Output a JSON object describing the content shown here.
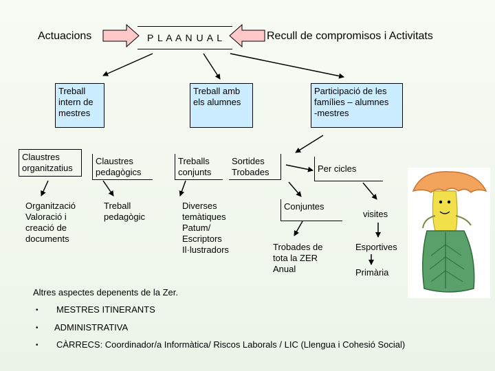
{
  "top": {
    "left_label": "Actuacions",
    "center_title": "P L A   A N U A L",
    "right_label": "Recull de compromisos i Activitats"
  },
  "branches": {
    "internal": {
      "label": "Treball\nintern de\nmestres"
    },
    "students": {
      "label": "Treball amb\nels alumnes"
    },
    "families": {
      "label": "Participació de les\nfamílies – alumnes\n-mestres"
    }
  },
  "level2": {
    "claustres_org": "Claustres\norganitzatius",
    "claustres_ped": "Claustres\npedagògics",
    "treballs_conjunts": "Treballs\nconjunts",
    "sortides": "Sortides\nTrobades",
    "per_cicles": "Per cicles"
  },
  "level3": {
    "organitzacio": "Organització\nValoració i\ncreació de\ndocuments",
    "treball_ped": "Treball\npedagògic",
    "diverses": "Diverses\ntemàtiques\nPatum/\nEscriptors\nIl·lustradors",
    "conjuntes": "Conjuntes",
    "visites": "visites",
    "trobades_zer": "Trobades de\ntota la ZER\nAnual",
    "esportives": "Esportives",
    "primaria": "Primària"
  },
  "footer": {
    "heading": "Altres aspectes depenents de la  Zer.",
    "bullet_symbol": "•",
    "items": [
      "MESTRES ITINERANTS",
      "ADMINISTRATIVA",
      "CÀRRECS: Coordinador/a Informàtica/ Riscos Laborals / LIC (Llengua i Cohesió Social)"
    ]
  },
  "illustration": {
    "name": "mushroom-character-drawing"
  },
  "colors": {
    "box_fill": "#ccecff",
    "arrow_fill": "#ffc9c9"
  }
}
